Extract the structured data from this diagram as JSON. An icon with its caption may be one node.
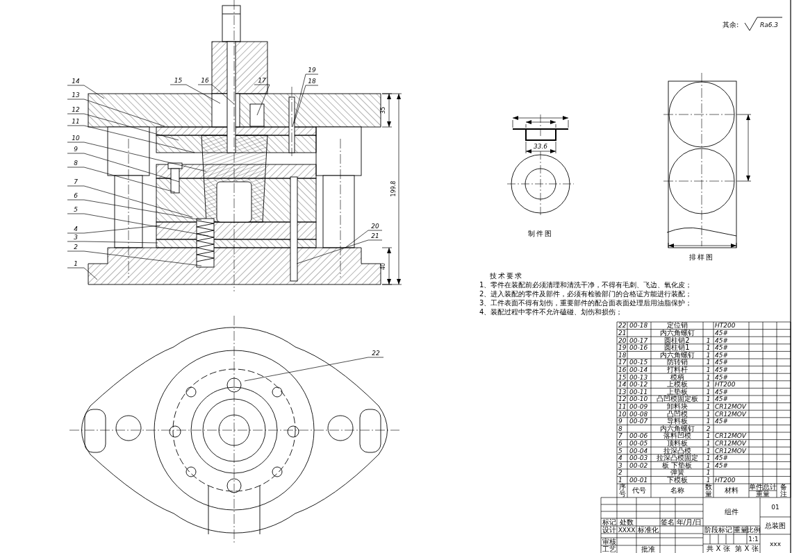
{
  "diagram": {
    "nodes": [
      {
        "text": [
          "19"
        ]
      },
      {
        "text": [
          "14"
        ]
      },
      {
        "text": [
          "15"
        ]
      },
      {
        "text": [
          "16"
        ]
      },
      {
        "text": [
          "17"
        ]
      },
      {
        "text": [
          "18"
        ]
      },
      {
        "text": [
          "13"
        ]
      },
      {
        "text": [
          "12"
        ]
      },
      {
        "text": [
          "11"
        ]
      },
      {
        "text": [
          "10"
        ]
      },
      {
        "text": [
          "9"
        ]
      },
      {
        "text": [
          "8"
        ]
      },
      {
        "text": [
          "7"
        ]
      },
      {
        "text": [
          "6"
        ]
      },
      {
        "text": [
          "5"
        ]
      },
      {
        "text": [
          "20"
        ]
      },
      {
        "text": [
          "4"
        ]
      },
      {
        "text": [
          "21"
        ]
      },
      {
        "text": [
          "3"
        ]
      },
      {
        "text": [
          "2"
        ]
      },
      {
        "text": [
          "1"
        ]
      },
      {
        "text": [
          "22"
        ]
      }
    ],
    "edges": [
      {
        "from": 0,
        "to": null,
        "arrow": "none"
      },
      {
        "from": 1,
        "to": null,
        "arrow": "none"
      },
      {
        "from": 2,
        "to": null,
        "arrow": "none"
      },
      {
        "from": 3,
        "to": null,
        "arrow": "none"
      },
      {
        "from": 4,
        "to": null,
        "arrow": "none"
      },
      {
        "from": 5,
        "to": null,
        "arrow": "none"
      },
      {
        "from": 6,
        "to": null,
        "arrow": "none"
      },
      {
        "from": 7,
        "to": null,
        "arrow": "none"
      },
      {
        "from": 8,
        "to": null,
        "arrow": "none"
      },
      {
        "from": 9,
        "to": null,
        "arrow": "none"
      },
      {
        "from": 10,
        "to": null,
        "arrow": "none"
      },
      {
        "from": 11,
        "to": null,
        "arrow": "none"
      },
      {
        "from": 12,
        "to": null,
        "arrow": "none"
      },
      {
        "from": 13,
        "to": null,
        "arrow": "none"
      },
      {
        "from": 14,
        "to": null,
        "arrow": "none"
      },
      {
        "from": 15,
        "to": null,
        "arrow": "none"
      },
      {
        "from": 16,
        "to": null,
        "arrow": "none"
      },
      {
        "from": 17,
        "to": null,
        "arrow": "none"
      },
      {
        "from": 18,
        "to": null,
        "arrow": "none"
      },
      {
        "from": 19,
        "to": null,
        "arrow": "none"
      },
      {
        "from": 20,
        "to": null,
        "arrow": "none"
      },
      {
        "from": 21,
        "to": null,
        "arrow": "none"
      }
    ],
    "labels": [
      "其余:",
      "Ra6.3",
      "35",
      "199.8",
      "40",
      "33.6",
      "制件图",
      "排样图",
      "技术要求",
      "1、零件在装配前必须清理和清洗干净，不得有毛刺、飞边、氧化皮；",
      "2、进入装配的零件及部件，必须有检验部门的合格证方能进行装配；",
      "3、工件表面不得有划伤，重要部件的配合面表面处理后用油脂保护；",
      "4、装配过程中零件不允许磕碰、划伤和损伤；",
      "22",
      "00-18",
      "定位销",
      "HT200",
      "21",
      "内六角螺钉",
      "45#",
      "20",
      "00-17",
      "圆柱销2",
      "1",
      "45#",
      "19",
      "00-16",
      "圆柱销1",
      "1",
      "45#",
      "18",
      "内六角螺钉",
      "1",
      "45#",
      "17",
      "00-15",
      "防转销",
      "1",
      "45#",
      "16",
      "00-14",
      "打料杆",
      "1",
      "45#",
      "15",
      "00-13",
      "模柄",
      "1",
      "45#",
      "14",
      "00-12",
      "上模板",
      "1",
      "HT200",
      "13",
      "00-11",
      "上垫板",
      "1",
      "45#",
      "12",
      "00-10",
      "凸凹模固定板",
      "1",
      "45#",
      "11",
      "00-09",
      "卸料块",
      "1",
      "CR12MOV",
      "10",
      "00-08",
      "凸凹模",
      "1",
      "CR12MOV",
      "9",
      "00-07",
      "导料板",
      "1",
      "45#",
      "8",
      "内六角螺钉",
      "2",
      "7",
      "00-06",
      "落料凹模",
      "1",
      "CR12MOV",
      "6",
      "00-05",
      "顶料板",
      "1",
      "CR12MOV",
      "5",
      "00-04",
      "拉深凸模",
      "1",
      "CR12MOV",
      "4",
      "00-03",
      "拉深凸模固定",
      "1",
      "45#",
      "3",
      "00-02",
      "板 下垫板",
      "1",
      "45#",
      "2",
      "弹簧",
      "1",
      "1",
      "00-01",
      "下模板",
      "1",
      "HT200",
      "序号",
      "代号",
      "名称",
      "数量",
      "材料",
      "单件",
      "总计",
      "重量",
      "备注",
      "组件",
      "01",
      "标记",
      "处数",
      "签名",
      "年/月/日",
      "总装图",
      "设计",
      "XXXX",
      "标准化",
      "阶段标记",
      "重量",
      "比例",
      "审核",
      "1:1",
      "xxx",
      "工艺",
      "批准",
      "共 X 张",
      "第 X 张"
    ]
  }
}
